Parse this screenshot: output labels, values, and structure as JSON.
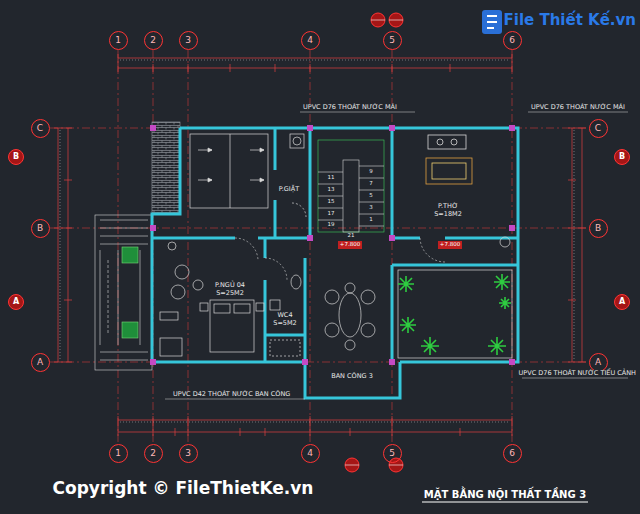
{
  "diagram": {
    "title": "MẶT BẰNG NỘI THẤT TẦNG 3",
    "nodes": [
      {
        "text": [
          "1"
        ]
      },
      {
        "text": [
          "2"
        ]
      },
      {
        "text": [
          "3"
        ]
      },
      {
        "text": [
          "4"
        ]
      },
      {
        "text": [
          "5"
        ]
      },
      {
        "text": [
          "6"
        ]
      },
      {
        "text": [
          "C"
        ]
      },
      {
        "text": [
          "C"
        ]
      },
      {
        "text": [
          "B"
        ]
      },
      {
        "text": [
          "B"
        ]
      },
      {
        "text": [
          "B"
        ]
      },
      {
        "text": [
          "B"
        ]
      },
      {
        "text": [
          "A"
        ]
      },
      {
        "text": [
          "A"
        ]
      },
      {
        "text": [
          "A"
        ]
      },
      {
        "text": [
          "A"
        ]
      },
      {
        "text": [
          "1"
        ]
      },
      {
        "text": [
          "2"
        ]
      },
      {
        "text": [
          "3"
        ]
      },
      {
        "text": [
          "4"
        ]
      },
      {
        "text": [
          "5"
        ]
      },
      {
        "text": [
          "6"
        ]
      }
    ],
    "labels": [
      "UPVC D76 THOÁT NƯỚC MÁI",
      "UPVC D76 THOÁT NƯỚC MÁI",
      "P.GIẶT",
      "P.THỜ",
      "S=18M2",
      "P.NGỦ 04",
      "S=25M2",
      "WC4",
      "S=5M2",
      "BAN CÔNG 3",
      "UPVC D42 THOÁT NƯỚC BAN CÔNG",
      "UPVC D76 THOÁT NƯỚC TIỂU CẢNH",
      "+7.800",
      "+7.800",
      "11",
      "13",
      "15",
      "17",
      "19",
      "21",
      "9",
      "7",
      "5",
      "3",
      "1",
      "Copyright © FileThietKe.vn",
      "File Thiết Kế.vn"
    ]
  }
}
